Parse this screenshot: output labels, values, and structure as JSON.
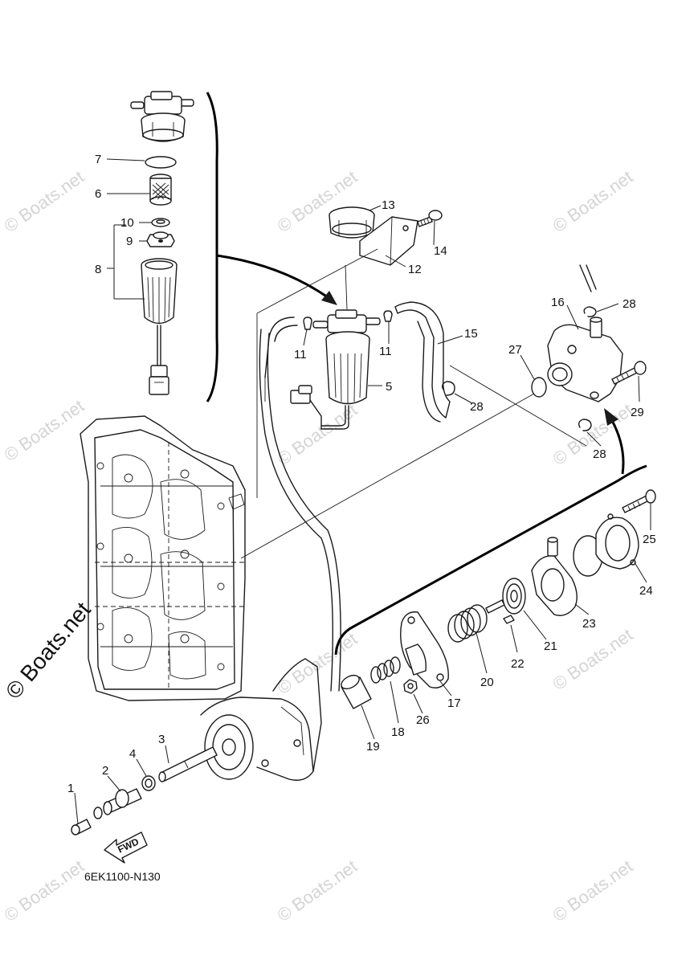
{
  "diagram_code": "6EK1100-N130",
  "fwd_label": "FWD",
  "watermark": "© Boats.net",
  "callouts": {
    "c1": "1",
    "c2": "2",
    "c3": "3",
    "c4": "4",
    "c5": "5",
    "c6": "6",
    "c7": "7",
    "c8": "8",
    "c9": "9",
    "c10": "10",
    "c11a": "11",
    "c11b": "11",
    "c12": "12",
    "c13": "13",
    "c14": "14",
    "c15": "15",
    "c16": "16",
    "c17": "17",
    "c18": "18",
    "c19": "19",
    "c20": "20",
    "c21": "21",
    "c22": "22",
    "c23": "23",
    "c24": "24",
    "c25": "25",
    "c26": "26",
    "c27": "27",
    "c28a": "28",
    "c28b": "28",
    "c28c": "28",
    "c29": "29"
  }
}
